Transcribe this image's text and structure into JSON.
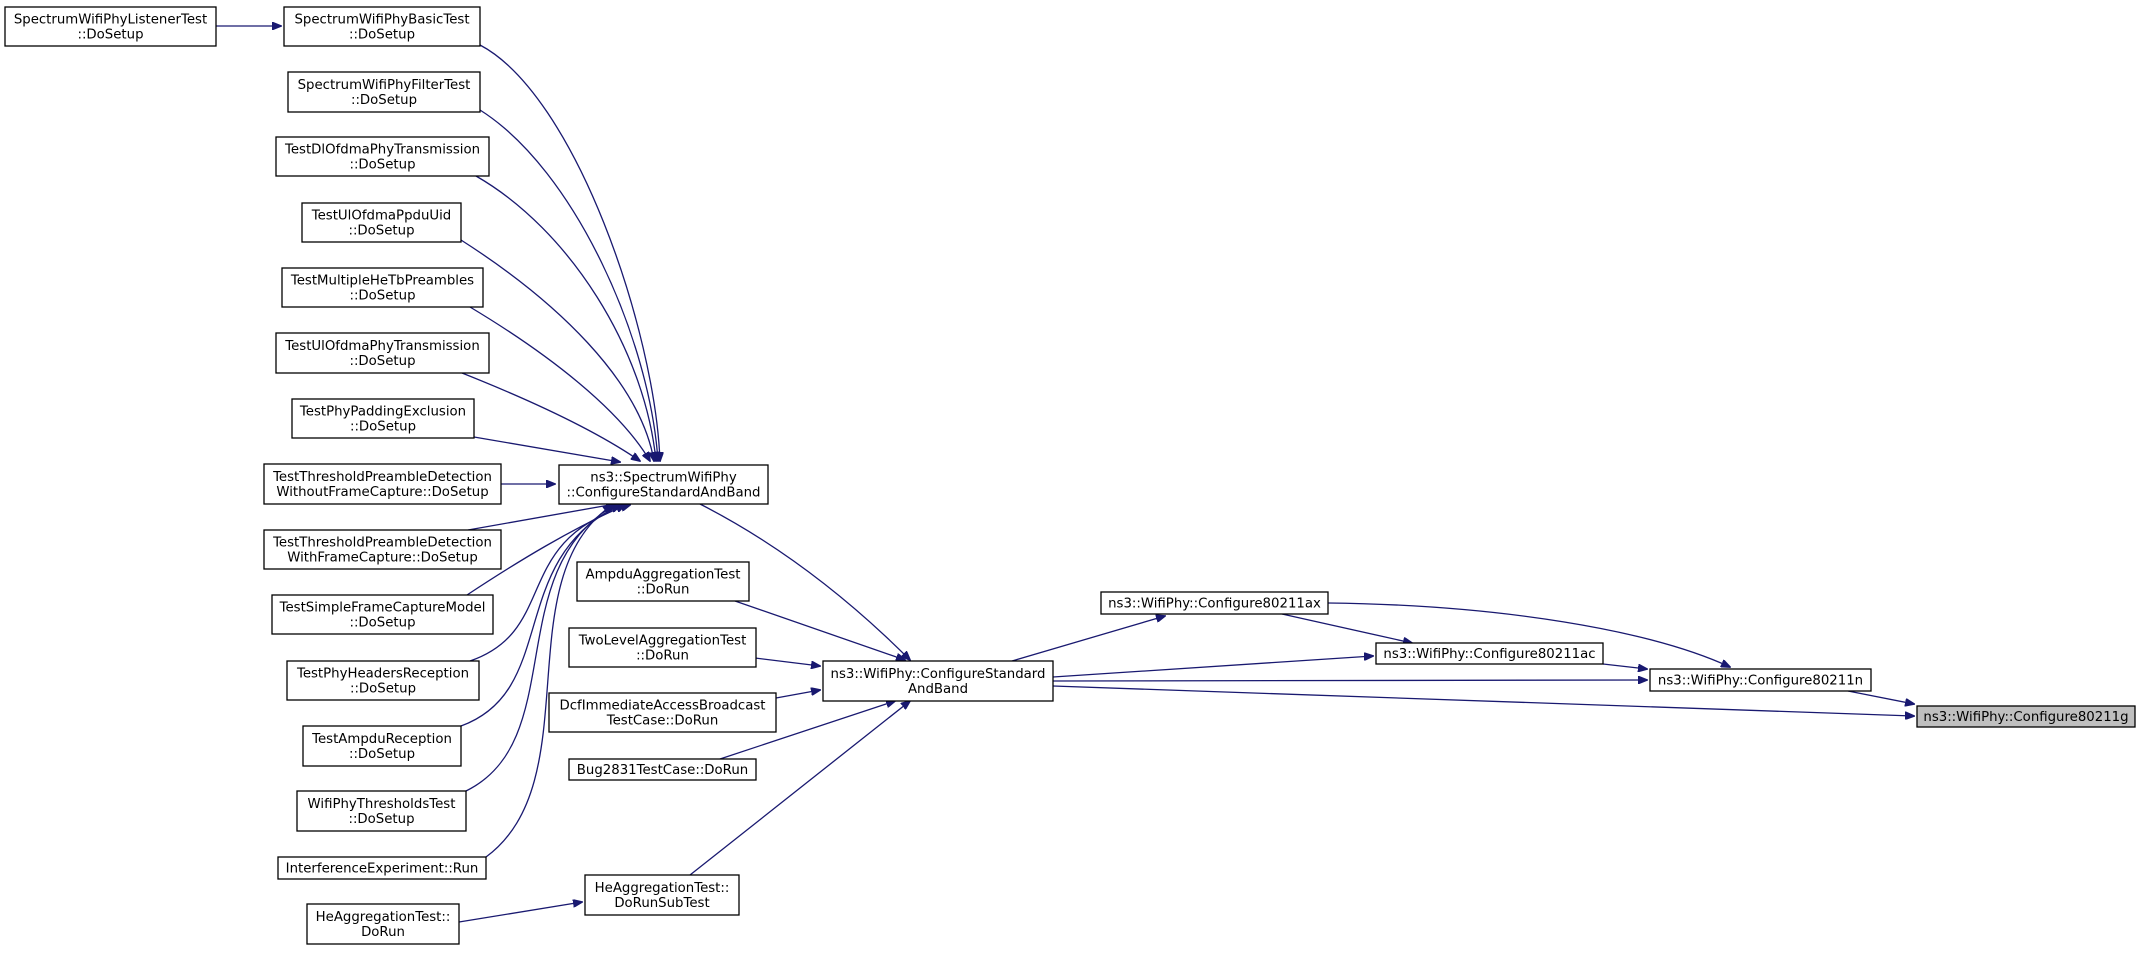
{
  "graph": {
    "title": "",
    "nodes": [
      {
        "id": "swplt",
        "lines": [
          "SpectrumWifiPhyListenerTest",
          "::DoSetup"
        ]
      },
      {
        "id": "swpbt",
        "lines": [
          "SpectrumWifiPhyBasicTest",
          "::DoSetup"
        ]
      },
      {
        "id": "swpft",
        "lines": [
          "SpectrumWifiPhyFilterTest",
          "::DoSetup"
        ]
      },
      {
        "id": "tdopt",
        "lines": [
          "TestDlOfdmaPhyTransmission",
          "::DoSetup"
        ]
      },
      {
        "id": "tuopu",
        "lines": [
          "TestUlOfdmaPpduUid",
          "::DoSetup"
        ]
      },
      {
        "id": "tmhtp",
        "lines": [
          "TestMultipleHeTbPreambles",
          "::DoSetup"
        ]
      },
      {
        "id": "tuopt",
        "lines": [
          "TestUlOfdmaPhyTransmission",
          "::DoSetup"
        ]
      },
      {
        "id": "tppe",
        "lines": [
          "TestPhyPaddingExclusion",
          "::DoSetup"
        ]
      },
      {
        "id": "ttpdwo",
        "lines": [
          "TestThresholdPreambleDetection",
          "WithoutFrameCapture::DoSetup"
        ]
      },
      {
        "id": "ttpdw",
        "lines": [
          "TestThresholdPreambleDetection",
          "WithFrameCapture::DoSetup"
        ]
      },
      {
        "id": "tsfcm",
        "lines": [
          "TestSimpleFrameCaptureModel",
          "::DoSetup"
        ]
      },
      {
        "id": "tphr",
        "lines": [
          "TestPhyHeadersReception",
          "::DoSetup"
        ]
      },
      {
        "id": "tar",
        "lines": [
          "TestAmpduReception",
          "::DoSetup"
        ]
      },
      {
        "id": "wptt",
        "lines": [
          "WifiPhyThresholdsTest",
          "::DoSetup"
        ]
      },
      {
        "id": "ie",
        "lines": [
          "InterferenceExperiment::Run"
        ]
      },
      {
        "id": "hat",
        "lines": [
          "HeAggregationTest::",
          "DoRun"
        ]
      },
      {
        "id": "swpcsab",
        "lines": [
          "ns3::SpectrumWifiPhy",
          "::ConfigureStandardAndBand"
        ]
      },
      {
        "id": "aat",
        "lines": [
          "AmpduAggregationTest",
          "::DoRun"
        ]
      },
      {
        "id": "tlat",
        "lines": [
          "TwoLevelAggregationTest",
          "::DoRun"
        ]
      },
      {
        "id": "diab",
        "lines": [
          "DcfImmediateAccessBroadcast",
          "TestCase::DoRun"
        ]
      },
      {
        "id": "bug",
        "lines": [
          "Bug2831TestCase::DoRun"
        ]
      },
      {
        "id": "hatst",
        "lines": [
          "HeAggregationTest::",
          "DoRunSubTest"
        ]
      },
      {
        "id": "wpcsab",
        "lines": [
          "ns3::WifiPhy::ConfigureStandard",
          "AndBand"
        ]
      },
      {
        "id": "ax",
        "lines": [
          "ns3::WifiPhy::Configure80211ax"
        ]
      },
      {
        "id": "ac",
        "lines": [
          "ns3::WifiPhy::Configure80211ac"
        ]
      },
      {
        "id": "n",
        "lines": [
          "ns3::WifiPhy::Configure80211n"
        ]
      },
      {
        "id": "g",
        "lines": [
          "ns3::WifiPhy::Configure80211g"
        ]
      }
    ],
    "edges": [
      [
        "swplt",
        "swpbt"
      ],
      [
        "swpbt",
        "swpcsab"
      ],
      [
        "swpft",
        "swpcsab"
      ],
      [
        "tdopt",
        "swpcsab"
      ],
      [
        "tuopu",
        "swpcsab"
      ],
      [
        "tmhtp",
        "swpcsab"
      ],
      [
        "tuopt",
        "swpcsab"
      ],
      [
        "tppe",
        "swpcsab"
      ],
      [
        "ttpdwo",
        "swpcsab"
      ],
      [
        "ttpdw",
        "swpcsab"
      ],
      [
        "tsfcm",
        "swpcsab"
      ],
      [
        "tphr",
        "swpcsab"
      ],
      [
        "tar",
        "swpcsab"
      ],
      [
        "wptt",
        "swpcsab"
      ],
      [
        "ie",
        "swpcsab"
      ],
      [
        "hat",
        "hatst"
      ],
      [
        "swpcsab",
        "wpcsab"
      ],
      [
        "aat",
        "wpcsab"
      ],
      [
        "tlat",
        "wpcsab"
      ],
      [
        "diab",
        "wpcsab"
      ],
      [
        "bug",
        "wpcsab"
      ],
      [
        "hatst",
        "wpcsab"
      ],
      [
        "wpcsab",
        "ax"
      ],
      [
        "wpcsab",
        "ac"
      ],
      [
        "wpcsab",
        "n"
      ],
      [
        "wpcsab",
        "g"
      ],
      [
        "ax",
        "ac"
      ],
      [
        "ax",
        "n"
      ],
      [
        "ac",
        "n"
      ],
      [
        "n",
        "g"
      ]
    ],
    "colors": {
      "edge": "#191970",
      "target_fill": "#bfbfbf",
      "node_fill": "#ffffff",
      "border": "#000000"
    },
    "target_node": "g"
  }
}
